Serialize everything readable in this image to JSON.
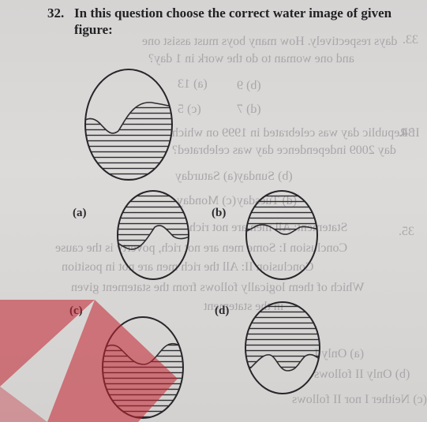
{
  "question": {
    "number": "32.",
    "text_line1": "In this question choose the correct water image of given",
    "text_line2": "figure:"
  },
  "options": [
    {
      "label": "(a)"
    },
    {
      "label": "(b)"
    },
    {
      "label": "(c)"
    },
    {
      "label": "(d)"
    }
  ],
  "bleed_through": [
    "days respectively. How many boys must assist one",
    "and one woman to do the work in 1 day?",
    "(a) 13",
    "(b) 9",
    "(c) 5",
    "(d) 7",
    "If Republic day was celebrated in 1999 on which",
    "day 2009 independence day was celebrated?",
    "(a) Saturday",
    "(b) Sunday",
    "(c) Monday",
    "(d) Tuesday",
    "Statement: All men are not rich",
    "Conclusion I: Some men are not rich, poverty is the cause",
    "Conclusion II: All the rich men are not in position",
    "Which of them logically follows from the statement given",
    "in the statement",
    "(a) Only I",
    "(b) Only II follows",
    "(c) Neither I nor II follows",
    "33.",
    "34.",
    "35."
  ],
  "colors": {
    "watermark": "#c2202e",
    "ink": "#2a2a2e"
  }
}
